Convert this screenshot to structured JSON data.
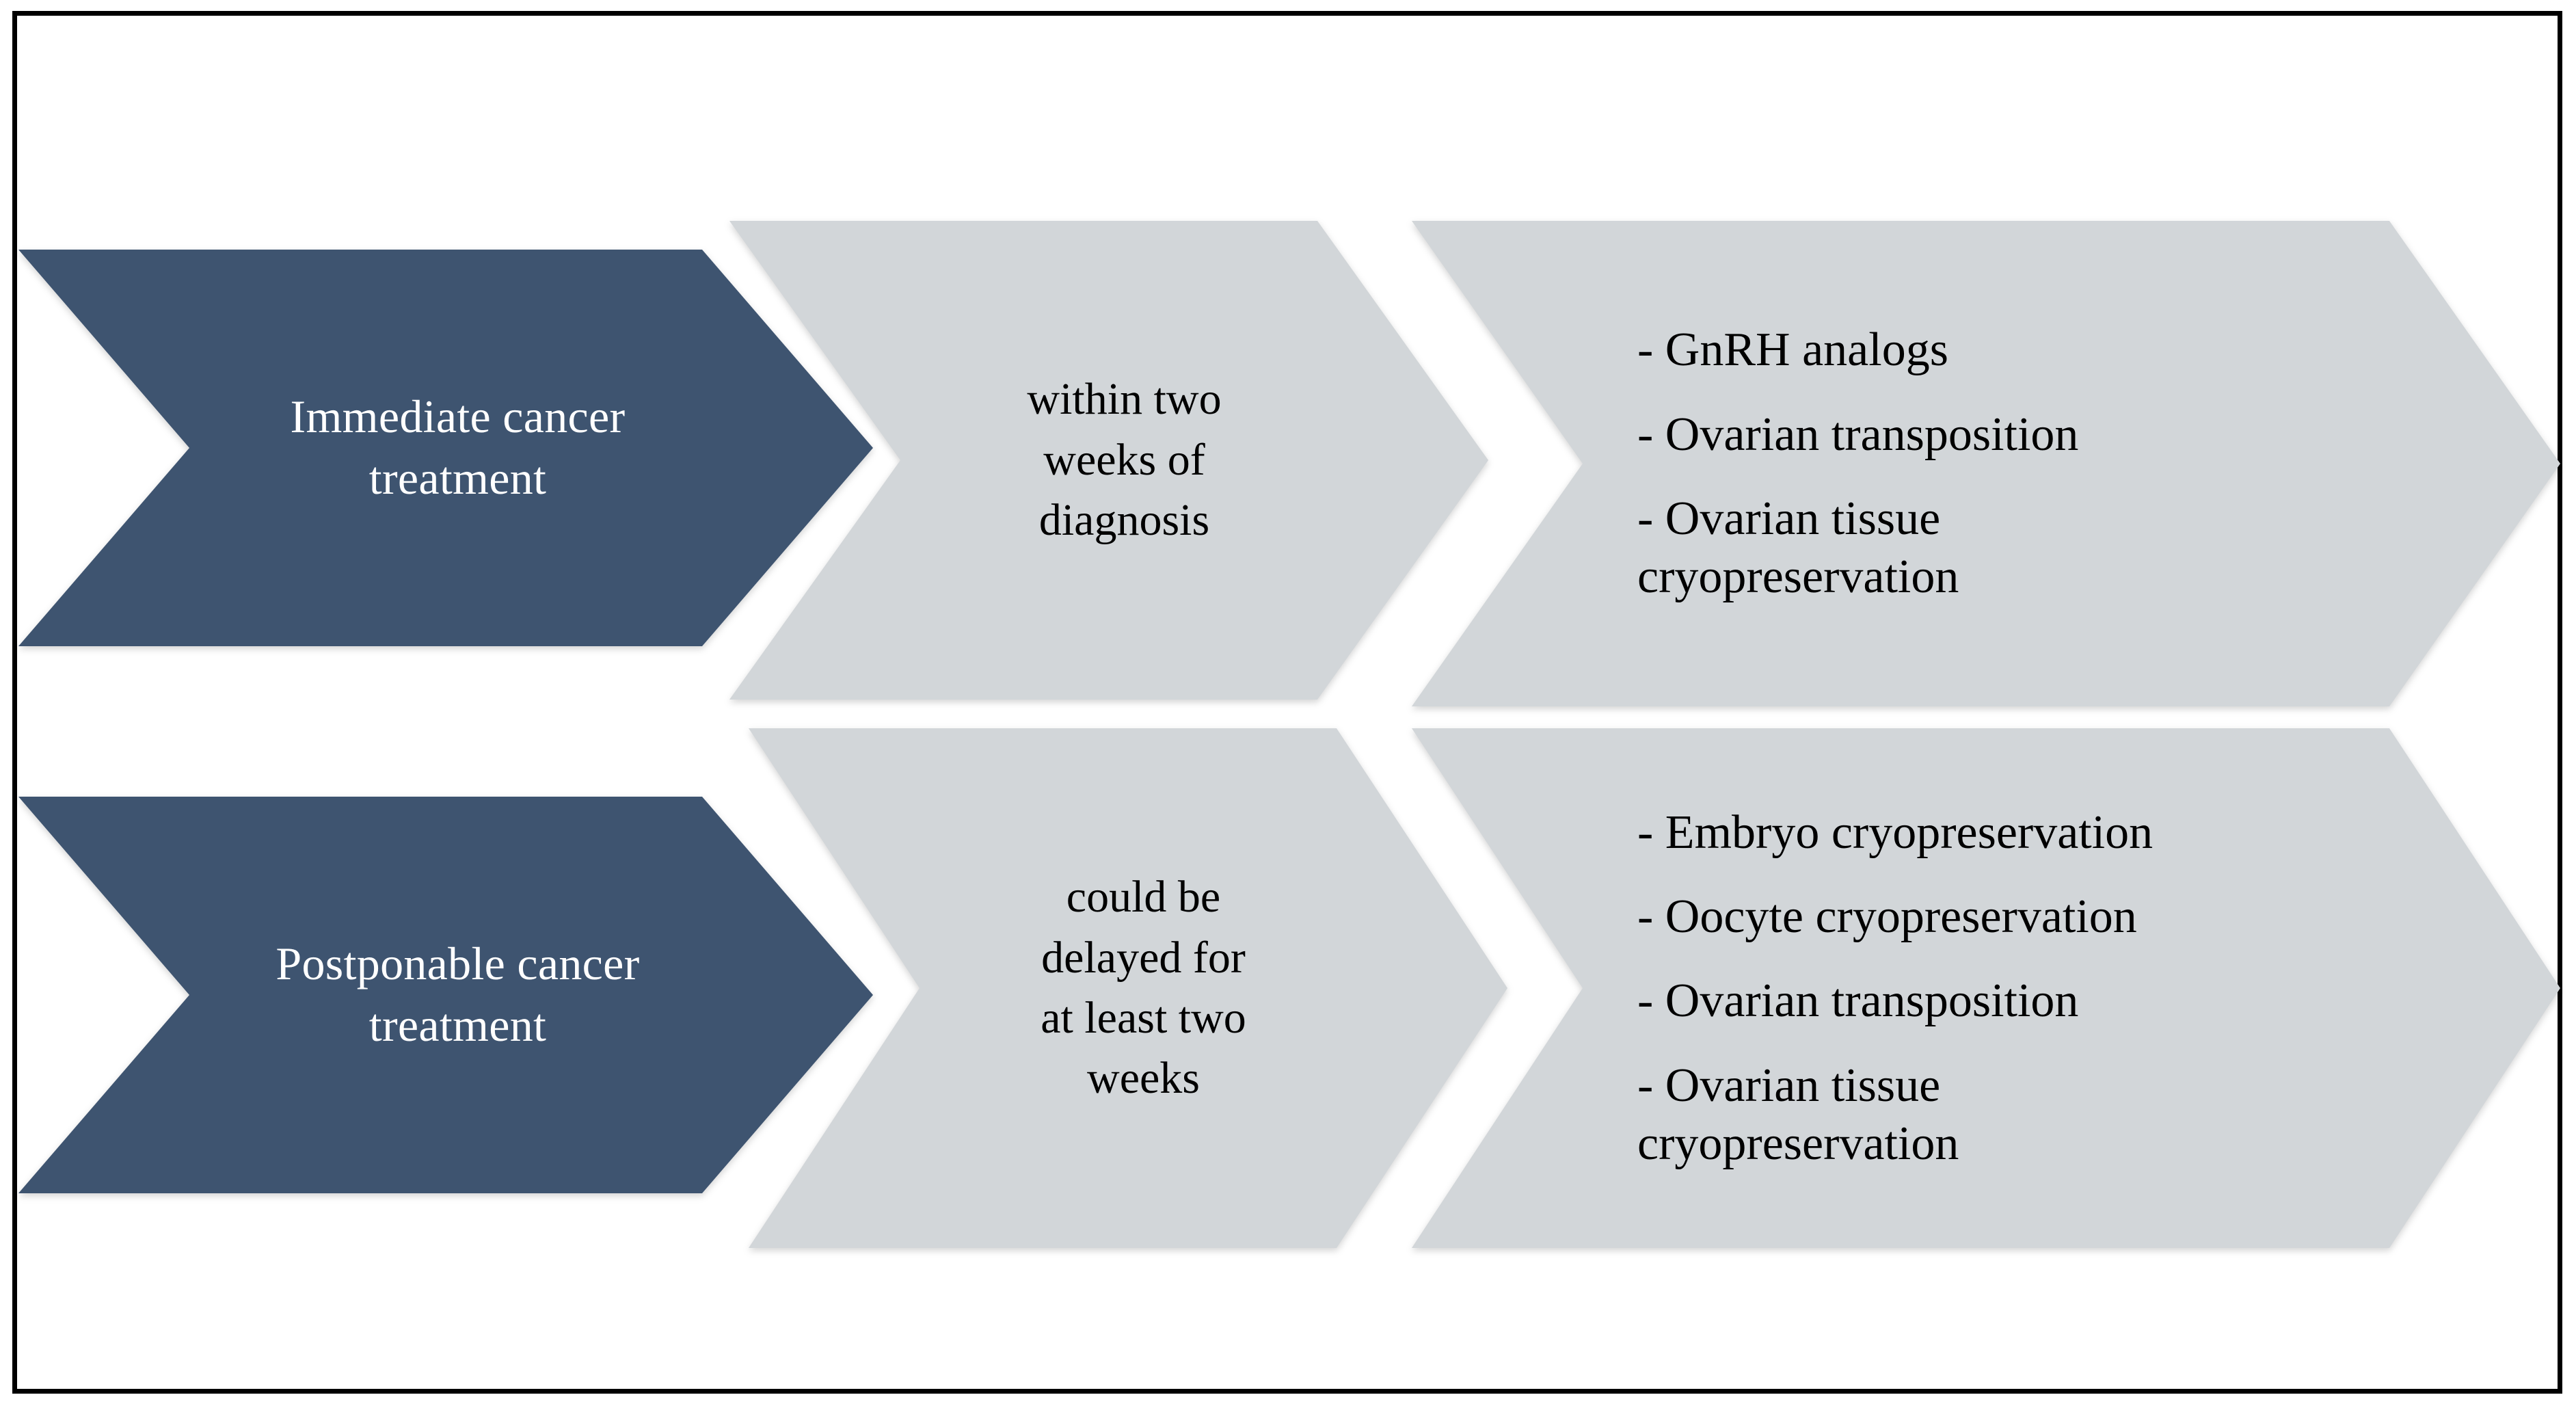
{
  "diagram": {
    "type": "process-chevron-flow",
    "rows": [
      {
        "id": "immediate",
        "stage1": {
          "label": "Immediate cancer\ntreatment",
          "color": "#3E5470",
          "text_color": "#FFFFFF"
        },
        "stage2": {
          "label": "within two\nweeks of\ndiagnosis",
          "color": "#D2D6D9",
          "text_color": "#000000"
        },
        "stage3": {
          "color": "#D2D6D9",
          "text_color": "#000000",
          "items": [
            "- GnRH analogs",
            "- Ovarian transposition",
            "- Ovarian tissue\ncryopreservation"
          ]
        }
      },
      {
        "id": "postponable",
        "stage1": {
          "label": "Postponable cancer\ntreatment",
          "color": "#3E5470",
          "text_color": "#FFFFFF"
        },
        "stage2": {
          "label": "could be\ndelayed for\nat least two\nweeks",
          "color": "#D2D6D9",
          "text_color": "#000000"
        },
        "stage3": {
          "color": "#D2D6D9",
          "text_color": "#000000",
          "items": [
            "- Embryo cryopreservation",
            "- Oocyte cryopreservation",
            "- Ovarian transposition",
            "- Ovarian tissue\ncryopreservation"
          ]
        }
      }
    ],
    "colors": {
      "accent_blue": "#3E5470",
      "neutral_grey": "#D2D6D9",
      "frame_border": "#000000",
      "background": "#FFFFFF"
    }
  }
}
